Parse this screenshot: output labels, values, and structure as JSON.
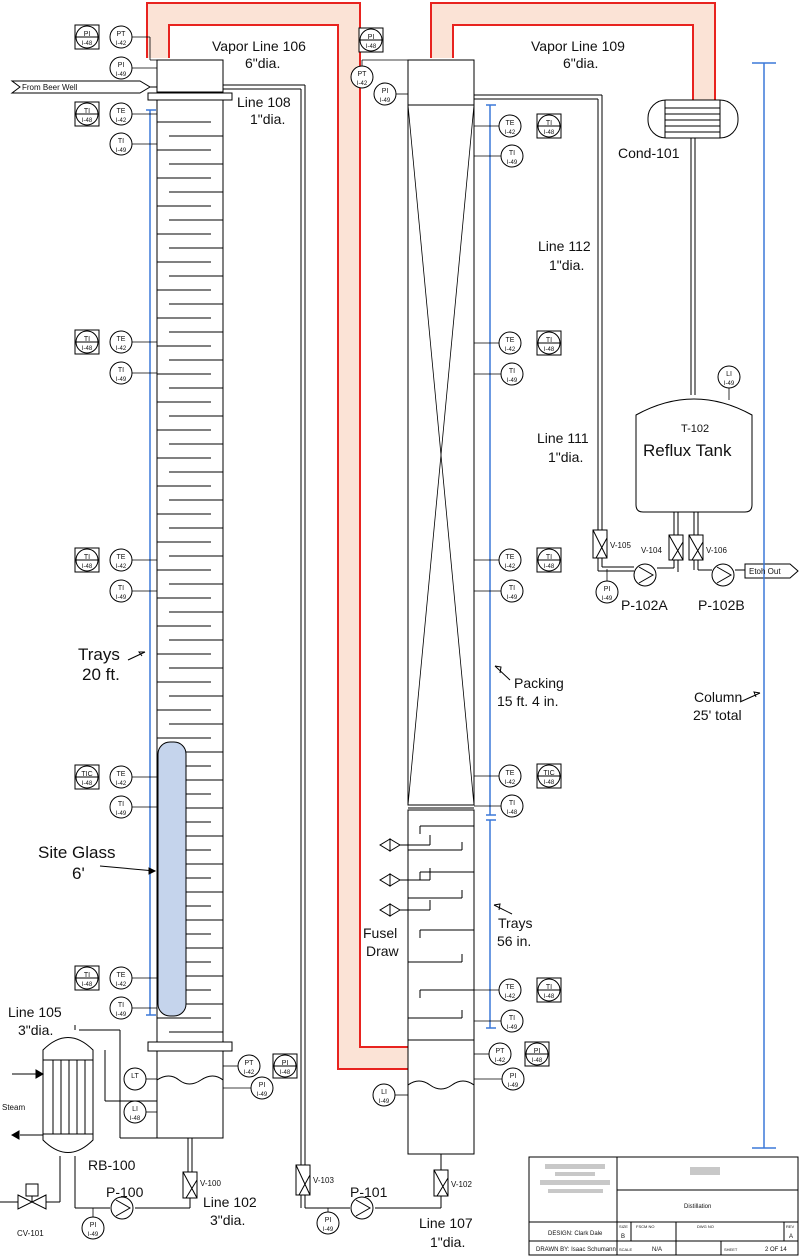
{
  "labels": {
    "vapor_106": "Vapor Line 106",
    "vapor_106_dia": "6\"dia.",
    "vapor_109": "Vapor Line 109",
    "vapor_109_dia": "6\"dia.",
    "line_108": "Line 108",
    "line_108_dia": "1\"dia.",
    "line_112": "Line 112",
    "line_112_dia": "1\"dia.",
    "line_111": "Line 111",
    "line_111_dia": "1\"dia.",
    "line_105": "Line 105",
    "line_105_dia": "3\"dia.",
    "line_102": "Line 102",
    "line_102_dia": "3\"dia.",
    "line_107": "Line 107",
    "line_107_dia": "1\"dia.",
    "from_beer_well": "From Beer Well",
    "cond": "Cond-101",
    "tank_tag": "T-102",
    "reflux_tank": "Reflux Tank",
    "trays_a": "Trays",
    "trays_a_len": "20 ft.",
    "site_glass": "Site Glass",
    "site_glass_len": "6'",
    "packing": "Packing",
    "packing_len": "15 ft. 4 in.",
    "trays_b": "Trays",
    "trays_b_len": "56 in.",
    "column": "Column",
    "column_len": "25' total",
    "fusel": "Fusel",
    "draw": "Draw",
    "steam": "Steam",
    "rb": "RB-100",
    "cv": "CV-101",
    "p100": "P-100",
    "p101": "P-101",
    "p102a": "P-102A",
    "p102b": "P-102B",
    "v100": "V-100",
    "v102": "V-102",
    "v103": "V-103",
    "v104": "V-104",
    "v105": "V-105",
    "v106": "V-106",
    "etoh": "Etoh Out"
  },
  "title_block": {
    "title": "Distillation",
    "design": "DESIGN: Clark Dale",
    "drawn": "DRAWN BY: Isaac Schumann",
    "size_lbl": "SIZE",
    "size_val": "B",
    "fscm_lbl": "FSCM NO",
    "dwg_lbl": "DWG NO",
    "rev_lbl": "REV",
    "rev_val": "A",
    "scale_lbl": "SCALE",
    "scale_val": "N/A",
    "sheet_lbl": "SHEET",
    "sheet_val": "2 OF 14"
  },
  "instruments": {
    "pi_top_a": [
      "PI",
      "I-48"
    ],
    "pt_top_a": [
      "PT",
      "I-42"
    ],
    "pi_top_b": [
      "PI",
      "I-49"
    ],
    "ti_a1": [
      "TI",
      "I-48"
    ],
    "te_a1": [
      "TE",
      "I-42"
    ],
    "ti_a1b": [
      "TI",
      "I-49"
    ],
    "ti_a2": [
      "TI",
      "I-48"
    ],
    "te_a2": [
      "TE",
      "I-42"
    ],
    "ti_a2b": [
      "TI",
      "I-49"
    ],
    "ti_a3": [
      "TI",
      "I-48"
    ],
    "te_a3": [
      "TE",
      "I-42"
    ],
    "ti_a3b": [
      "TI",
      "I-49"
    ],
    "tic_a4": [
      "TIC",
      "I-48"
    ],
    "te_a4": [
      "TE",
      "I-42"
    ],
    "ti_a4b": [
      "TI",
      "I-49"
    ],
    "ti_a5": [
      "TI",
      "I-48"
    ],
    "te_a5": [
      "TE",
      "I-42"
    ],
    "ti_a5b": [
      "TI",
      "I-49"
    ],
    "pt_a6": [
      "PT",
      "I-42"
    ],
    "pi_a6": [
      "PI",
      "I-48"
    ],
    "pi_a6b": [
      "PI",
      "I-49"
    ],
    "lt_a": [
      "LT",
      ""
    ],
    "li_a": [
      "LI",
      "I-48"
    ],
    "pi_p100": [
      "PI",
      "I-49"
    ],
    "pi_c2": [
      "PI",
      "I-48"
    ],
    "pt_c2": [
      "PT",
      "I-42"
    ],
    "pi_c2b": [
      "PI",
      "I-49"
    ],
    "te_b1": [
      "TE",
      "I-42"
    ],
    "ti_b1": [
      "TI",
      "I-48"
    ],
    "ti_b1b": [
      "TI",
      "I-49"
    ],
    "te_b2": [
      "TE",
      "I-42"
    ],
    "ti_b2": [
      "TI",
      "I-48"
    ],
    "ti_b2b": [
      "TI",
      "I-49"
    ],
    "te_b3": [
      "TE",
      "I-42"
    ],
    "ti_b3": [
      "TI",
      "I-48"
    ],
    "ti_b3b": [
      "TI",
      "I-49"
    ],
    "te_b4": [
      "TE",
      "I-42"
    ],
    "tic_b4": [
      "TIC",
      "I-48"
    ],
    "ti_b4b": [
      "TI",
      "I-48"
    ],
    "te_b5": [
      "TE",
      "I-42"
    ],
    "ti_b5": [
      "TI",
      "I-48"
    ],
    "ti_b5b": [
      "TI",
      "I-49"
    ],
    "pt_b6": [
      "PT",
      "I-42"
    ],
    "pi_b6": [
      "PI",
      "I-48"
    ],
    "pi_b6b": [
      "PI",
      "I-49"
    ],
    "li_b": [
      "LI",
      "I-49"
    ],
    "pi_p101": [
      "PI",
      "I-49"
    ],
    "li_t102": [
      "LI",
      "I-49"
    ],
    "pi_p102a": [
      "PI",
      "I-49"
    ]
  },
  "colors": {
    "vapor_line": "#e8231f",
    "vapor_fill": "#fbe3d6",
    "dimension": "#3b78d8",
    "sight_glass": "#c5d4ec"
  }
}
